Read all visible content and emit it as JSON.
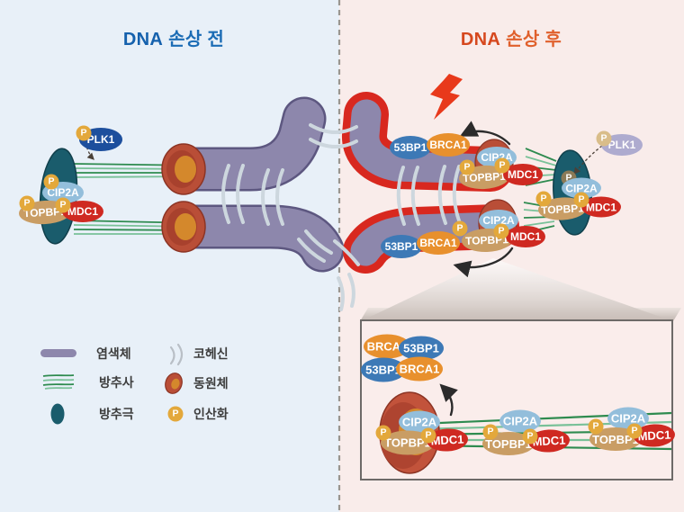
{
  "titles": {
    "before": {
      "prefix": "DNA",
      "suffix": "손상 전"
    },
    "after": {
      "prefix": "DNA",
      "suffix": "손상 후"
    }
  },
  "proteins": {
    "plk1": "PLK1",
    "cip2a": "CIP2A",
    "topbp1": "TOPBP1",
    "mdc1": "MDC1",
    "p53bp1": "53BP1",
    "brca1": "BRCA1",
    "phospho": "P"
  },
  "legend": {
    "chromosome": "염색체",
    "spindle_fiber": "방추사",
    "spindle_pole": "방추극",
    "cohesin": "코헤신",
    "centromere": "동원체",
    "phosphorylation": "인산화"
  },
  "colors": {
    "bg_before": "#e8f0f8",
    "bg_after": "#f9ecea",
    "title_before": "#1561ad",
    "title_after": "#d6481e",
    "chromosome": "#8d87ac",
    "chromosome_outline": "#5d5780",
    "damage_outline": "#d8281f",
    "centromere_outer": "#b94e37",
    "centromere_inner": "#d4882c",
    "spindle_pole": "#1a5c6c",
    "spindle_fiber": "#2e8b4f",
    "cohesin": "#cdd7de",
    "plk1": "#1d4f9d",
    "plk1_faded": "#a8a6cd",
    "cip2a": "#93bedb",
    "topbp1": "#c99d64",
    "mdc1": "#cf2921",
    "p53bp1": "#3d79b6",
    "brca1": "#e8902d",
    "phospho": "#e3a83b",
    "lightning": "#e8391b"
  }
}
